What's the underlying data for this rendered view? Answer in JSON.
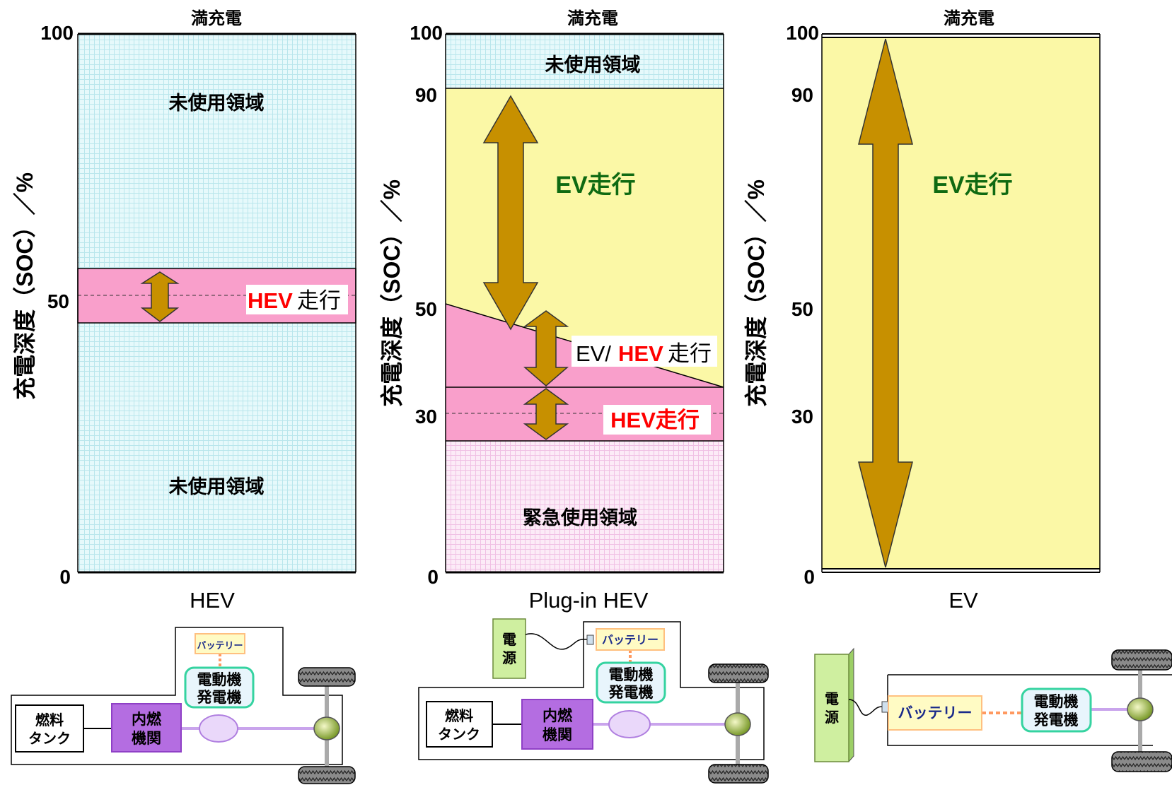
{
  "full_charge": "満充電",
  "y_axis_title": "充電深度（SOC）／%",
  "panels": {
    "hev": {
      "label": "HEV",
      "ticks": [
        "100",
        "50",
        "0"
      ],
      "unused_upper": "未使用領域",
      "unused_lower": "未使用領域",
      "band_hev": "HEV",
      "band_drive": "走行"
    },
    "phev": {
      "label": "Plug-in HEV",
      "ticks": [
        "100",
        "90",
        "50",
        "30",
        "0"
      ],
      "unused_upper": "未使用領域",
      "ev_drive": "EV走行",
      "evhev_ev": "EV/",
      "evhev_hev": "HEV",
      "evhev_drive": "走行",
      "hev_drive": "HEV走行",
      "emergency": "緊急使用領域"
    },
    "ev": {
      "label": "EV",
      "ticks": [
        "100",
        "90",
        "50",
        "30",
        "0"
      ],
      "ev_drive": "EV走行"
    }
  },
  "components": {
    "fuel_tank": [
      "燃料",
      "タンク"
    ],
    "engine": [
      "内燃",
      "機関"
    ],
    "motor": [
      "電動機",
      "発電機"
    ],
    "battery": "バッテリー",
    "power_source": [
      "電",
      "源"
    ]
  },
  "colors": {
    "unused_fill": "#e4f8fa",
    "ev_fill": "#fbf8a6",
    "hev_fill": "#f99fcb",
    "emergency_fill": "#fbe3f5",
    "arrow_fill": "#c79000",
    "ev_text": "#0f6a12",
    "hev_text": "#ff0000"
  }
}
